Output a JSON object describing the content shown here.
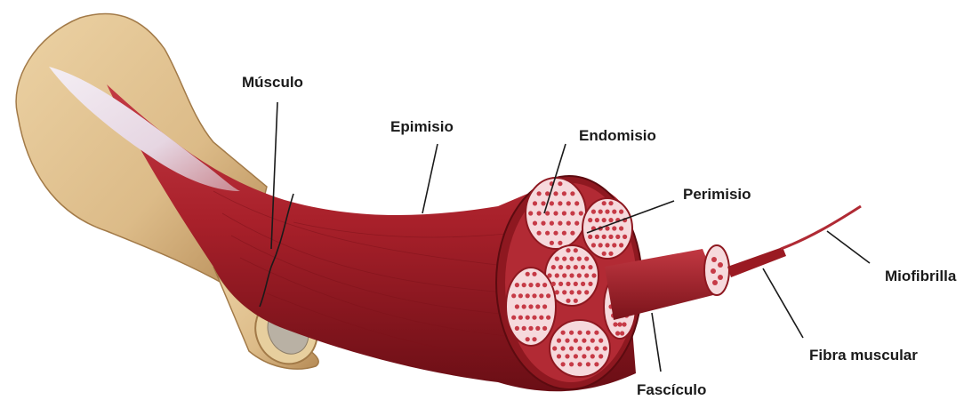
{
  "diagram": {
    "labels": {
      "musculo": "Músculo",
      "epimisio": "Epimisio",
      "endomisio": "Endomisio",
      "perimisio": "Perimisio",
      "miofibrilla": "Miofibrilla",
      "fibra_muscular": "Fibra muscular",
      "fasciculo": "Fascículo"
    },
    "colors": {
      "bone": "#e2c494",
      "bone_shadow": "#b9905a",
      "tendon": "#eee6ee",
      "muscle": "#a8202a",
      "muscle_dark": "#6e1016",
      "muscle_light": "#c94850",
      "perimysium_fill": "#f6d9dc",
      "fiber_pink": "#e6b0b6",
      "leader_line": "#1a1a1a"
    }
  }
}
